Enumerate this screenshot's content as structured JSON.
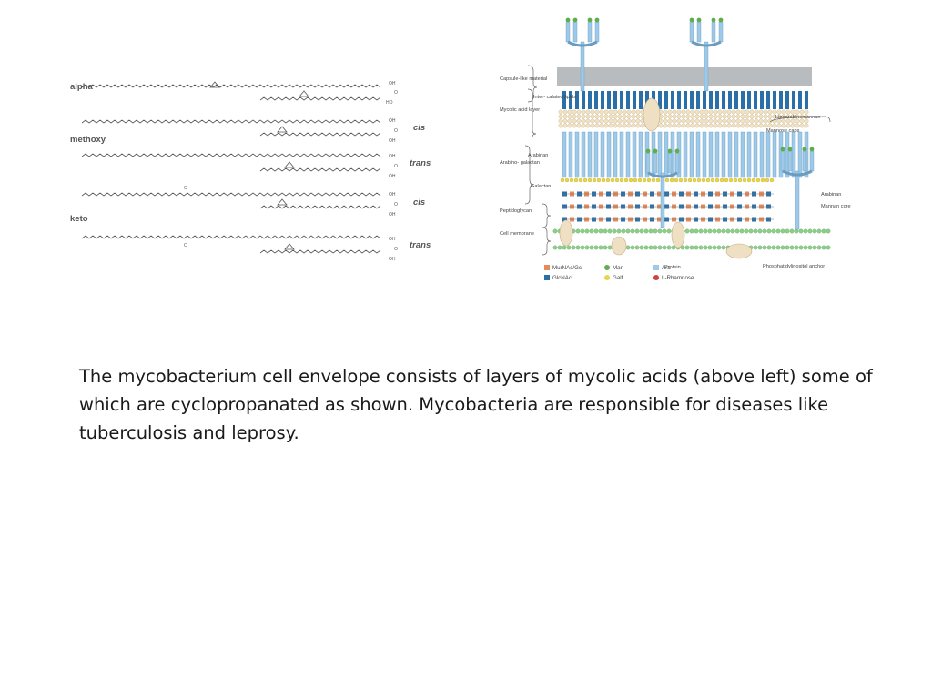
{
  "mycolic_panel": {
    "labels": {
      "alpha": "alpha",
      "methoxy": "methoxy",
      "keto": "keto",
      "cis1": "cis",
      "trans1": "trans",
      "cis2": "cis",
      "trans2": "trans"
    },
    "atoms": {
      "a_oh": "OH",
      "a_o": "O",
      "a_ho": "HO",
      "m1_oh": "OH",
      "m1_o": "O",
      "m1_oh2": "OH",
      "m2_oh": "OH",
      "m2_o": "O",
      "m2_oh2": "OH",
      "k1_oh": "OH",
      "k1_o": "O",
      "k1_oh2": "OH",
      "k2_oh": "OH",
      "k2_o": "O",
      "k2_oh2": "OH",
      "k1_keto_o": "O",
      "k2_keto_o": "O"
    }
  },
  "envelope_panel": {
    "layer_labels": {
      "capsule": "Capsule-like material",
      "mycolic": "Mycolic acid layer",
      "intercalated": "Inter- calated lipids",
      "arabinogalactan": "Arabino- galactan",
      "arabinan": "Arabinan",
      "galactan": "Galactan",
      "peptidoglycan": "Peptidoglycan",
      "membrane": "Cell membrane"
    },
    "right_labels": {
      "lam": "Lipoarabinomannan",
      "mannose_caps": "Mannose caps",
      "arabinan": "Arabinan",
      "mannan_core": "Mannan core",
      "pi_anchor": "Phosphatidylinositol anchor",
      "protein": "Protein"
    },
    "legend": [
      {
        "label": "MurNAc/Gc",
        "color": "#e58a5a",
        "shape": "square"
      },
      {
        "label": "Man",
        "color": "#5fae4e",
        "shape": "circle"
      },
      {
        "label": "Ara",
        "color": "#9fc9e8",
        "shape": "square"
      },
      {
        "label": "GlcNAc",
        "color": "#2b6fa8",
        "shape": "square"
      },
      {
        "label": "Galf",
        "color": "#e8d64a",
        "shape": "circle"
      },
      {
        "label": "L-Rhamnose",
        "color": "#d0443c",
        "shape": "circle"
      }
    ]
  },
  "caption": "The mycobacterium cell envelope consists of layers of mycolic acids (above left) some of which are cyclopropanated as shown.  Mycobacteria are responsible for diseases like tuberculosis and leprosy."
}
